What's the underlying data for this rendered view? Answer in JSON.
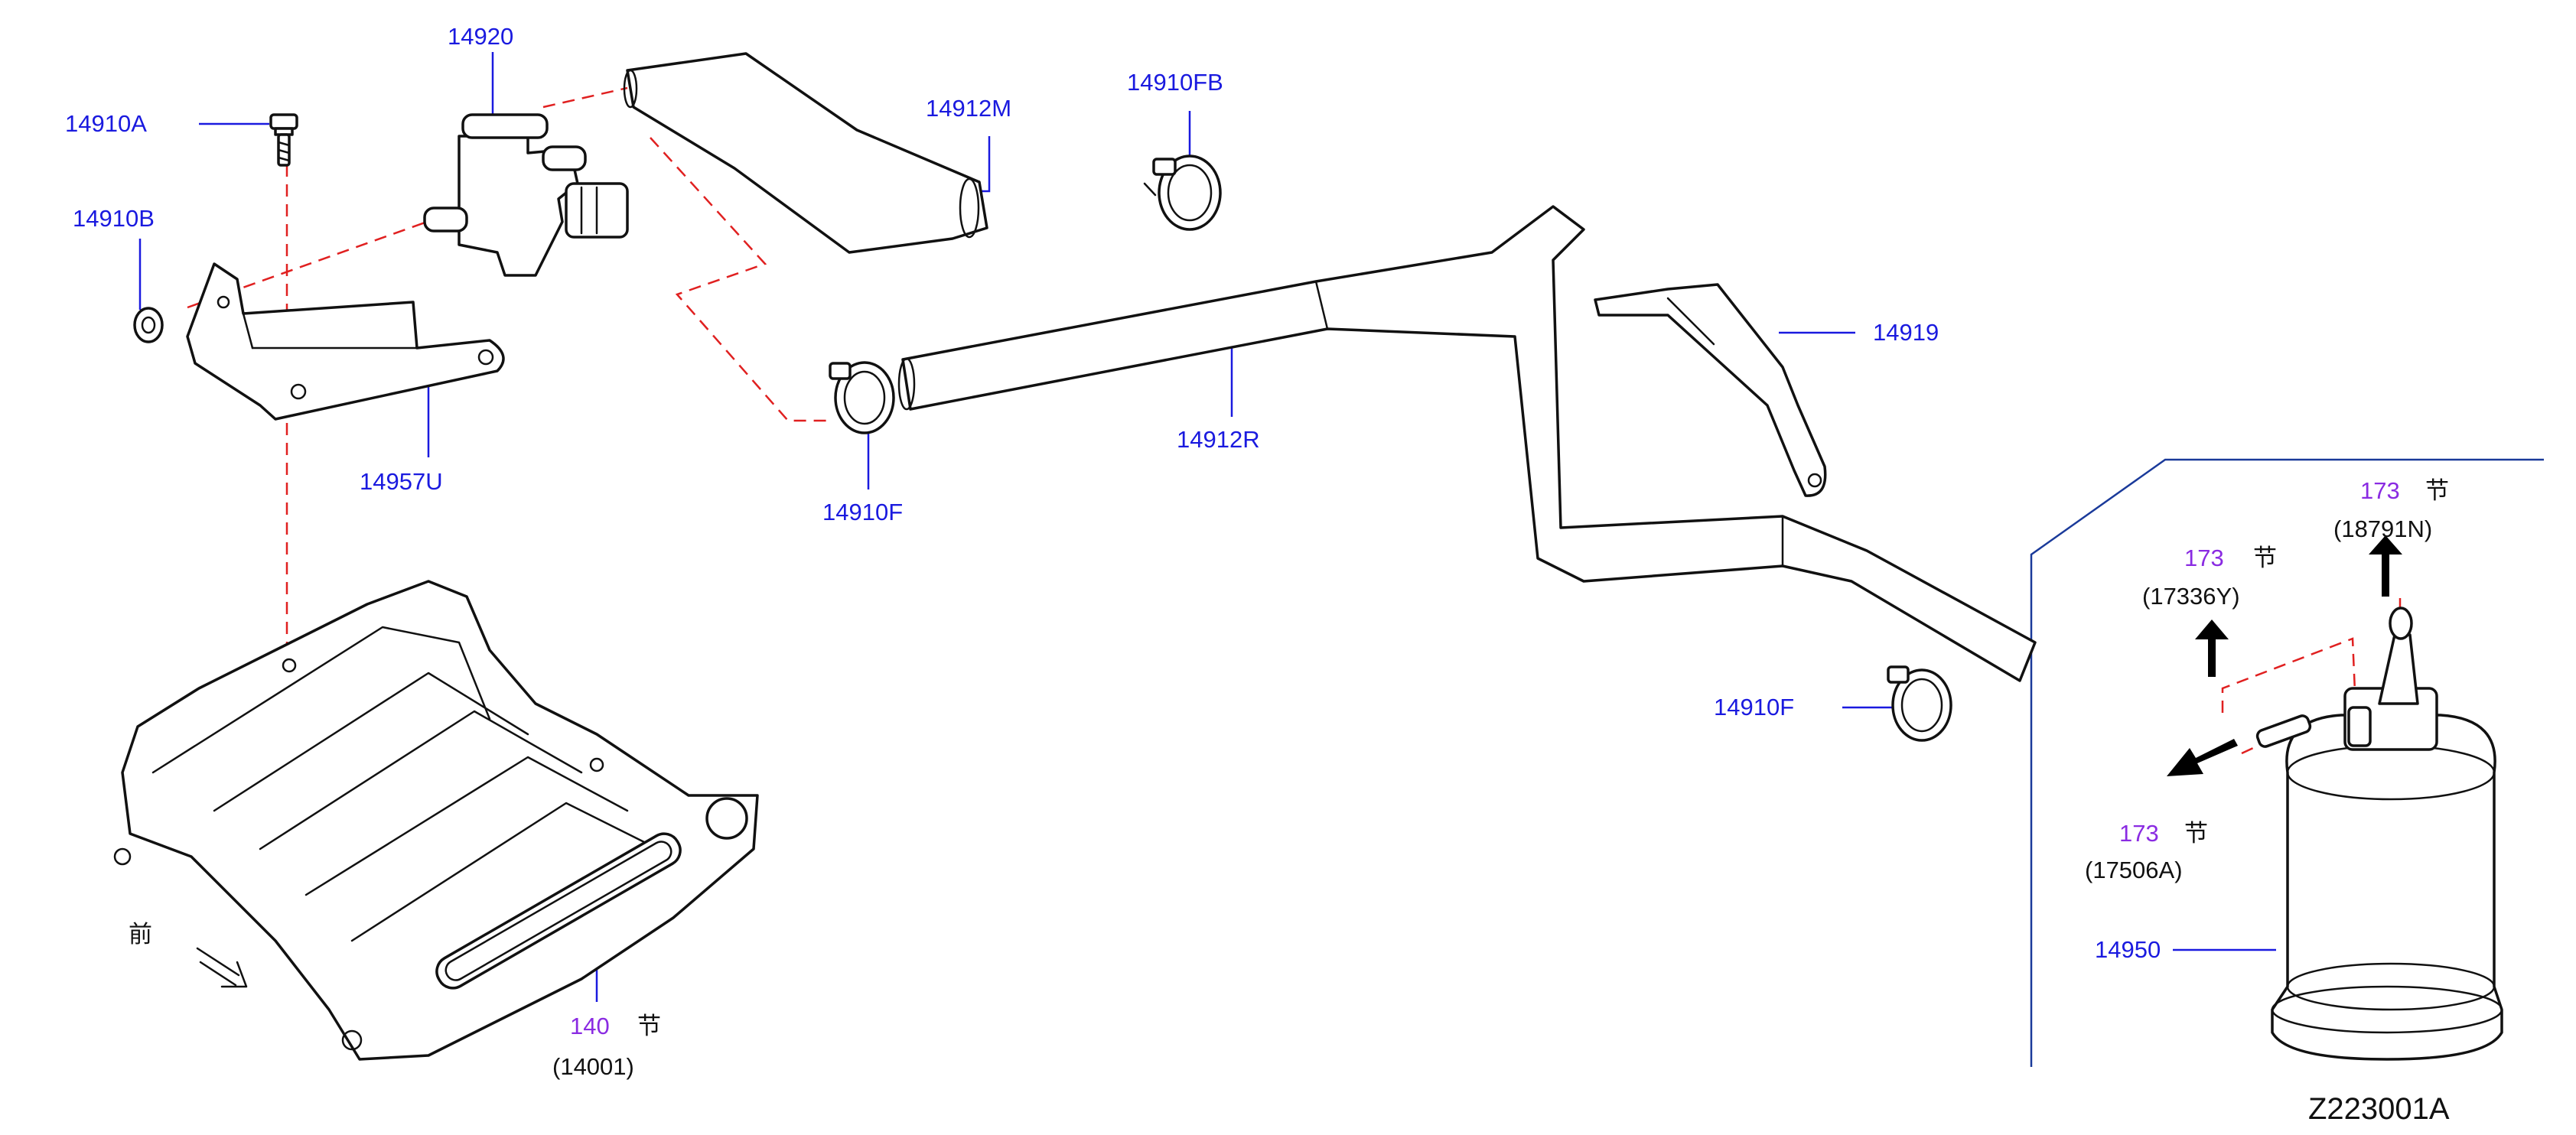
{
  "diagram": {
    "reference": "Z223001A",
    "front_marker": "前",
    "parts": [
      {
        "id": "p14920",
        "number": "14920"
      },
      {
        "id": "p14910A",
        "number": "14910A"
      },
      {
        "id": "p14910B",
        "number": "14910B"
      },
      {
        "id": "p14957U",
        "number": "14957U"
      },
      {
        "id": "p14912M",
        "number": "14912M"
      },
      {
        "id": "p14910FB",
        "number": "14910FB"
      },
      {
        "id": "p14912R",
        "number": "14912R"
      },
      {
        "id": "p14910F_a",
        "number": "14910F"
      },
      {
        "id": "p14910F_b",
        "number": "14910F"
      },
      {
        "id": "p14919",
        "number": "14919"
      },
      {
        "id": "p14950",
        "number": "14950"
      }
    ],
    "section_refs": [
      {
        "id": "s140",
        "section": "140",
        "marker": "节",
        "code": "(14001)"
      },
      {
        "id": "s173a",
        "section": "173",
        "marker": "节",
        "code": "(18791N)"
      },
      {
        "id": "s173b",
        "section": "173",
        "marker": "节",
        "code": "(17336Y)"
      },
      {
        "id": "s173c",
        "section": "173",
        "marker": "节",
        "code": "(17506A)"
      }
    ],
    "colors": {
      "part_label": "#1a1adf",
      "section_label": "#8a2be2",
      "phantom_line": "#e02020",
      "zone_line": "#1a3a9a",
      "line_art": "#111111"
    }
  }
}
